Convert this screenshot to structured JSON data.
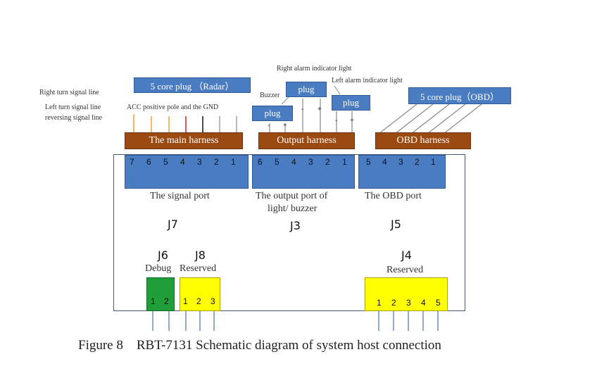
{
  "labels": {
    "right_turn": "Right turn signal line",
    "left_turn": "Left turn signal line",
    "reversing": "reversing signal line",
    "acc": "ACC positive pole and the GND",
    "radar_plug": "5 core plug （Radar）",
    "right_alarm": "Right alarm indicator light",
    "left_alarm": "Left alarm indicator light",
    "buzzer": "Buzzer",
    "plug": "plug",
    "minus": "-",
    "plus": "+",
    "obd_plug": "5 core plug（OBD）"
  },
  "harness": {
    "main": "The main harness",
    "output": "Output harness",
    "obd": "OBD harness"
  },
  "ports": {
    "signal_pins": [
      "7",
      "6",
      "5",
      "4",
      "3",
      "2",
      "1"
    ],
    "output_pins": [
      "6",
      "5",
      "4",
      "3",
      "2",
      "1"
    ],
    "obd_pins": [
      "5",
      "4",
      "3",
      "2",
      "1"
    ],
    "signal_label": "The signal port",
    "output_label_1": "The output port of",
    "output_label_2": "light/ buzzer",
    "obd_label": "The OBD port",
    "j7": "J7",
    "j3": "J3",
    "j5": "J5",
    "j6": "J6",
    "j6_desc": "Debug",
    "j8": "J8",
    "j8_desc": "Reserved",
    "j4": "J4",
    "j4_desc": "Reserved",
    "j6_pins": [
      "1",
      "2"
    ],
    "j8_pins": [
      "1",
      "2",
      "3"
    ],
    "j4_pins": [
      "1",
      "2",
      "3",
      "4",
      "5"
    ]
  },
  "caption": "Figure 8    RBT-7131 Schematic diagram of system host connection",
  "colors": {
    "connector_blue": "#4a7cc2",
    "harness_brown": "#9b4a12",
    "debug_green": "#1f9e3a",
    "reserved_yellow": "#ffff00"
  }
}
